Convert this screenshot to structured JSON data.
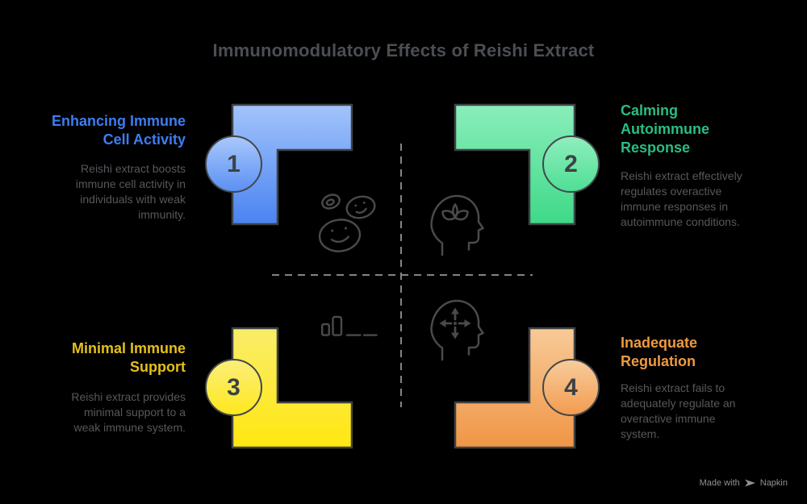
{
  "title": "Immunomodulatory Effects of Reishi Extract",
  "steps": [
    {
      "number": "1",
      "heading": "Enhancing Immune\nCell Activity",
      "description": "Reishi extract boosts\nimmune cell activity in\nindividuals with weak\nimmunity.",
      "accent": "#3d7df2",
      "shape_gradient": [
        "#a3c4fb",
        "#4a83f1"
      ],
      "icon": "smiling-immune-cells-icon"
    },
    {
      "number": "2",
      "heading": "Calming\nAutoimmune\nResponse",
      "description": "Reishi extract effectively\nregulates overactive\nimmune responses in\nautoimmune conditions.",
      "accent": "#2abd81",
      "shape_gradient": [
        "#8aeebb",
        "#3fd988"
      ],
      "icon": "head-with-lotus-icon"
    },
    {
      "number": "3",
      "heading": "Minimal Immune\nSupport",
      "description": "Reishi extract provides\nminimal support to a\nweak immune system.",
      "accent": "#e4c01c",
      "shape_gradient": [
        "#f9ed6a",
        "#ffe70f"
      ],
      "icon": "declining-bars-icon"
    },
    {
      "number": "4",
      "heading": "Inadequate\nRegulation",
      "description": "Reishi extract fails to\nadequately regulate an\noveractive immune\nsystem.",
      "accent": "#ef9a3f",
      "shape_gradient": [
        "#f8ca98",
        "#f09545"
      ],
      "icon": "head-with-arrows-icon"
    }
  ],
  "colors": {
    "background": "#000000",
    "title_text": "#4b4e52",
    "body_text": "#56585c",
    "shape_outline": "#3e4245",
    "badge_number": "#3d4246",
    "icon_stroke": "#484a4c",
    "divider": "#828486",
    "footer_text": "#8f9194"
  },
  "footer": {
    "made_with": "Made with",
    "brand": "Napkin"
  }
}
